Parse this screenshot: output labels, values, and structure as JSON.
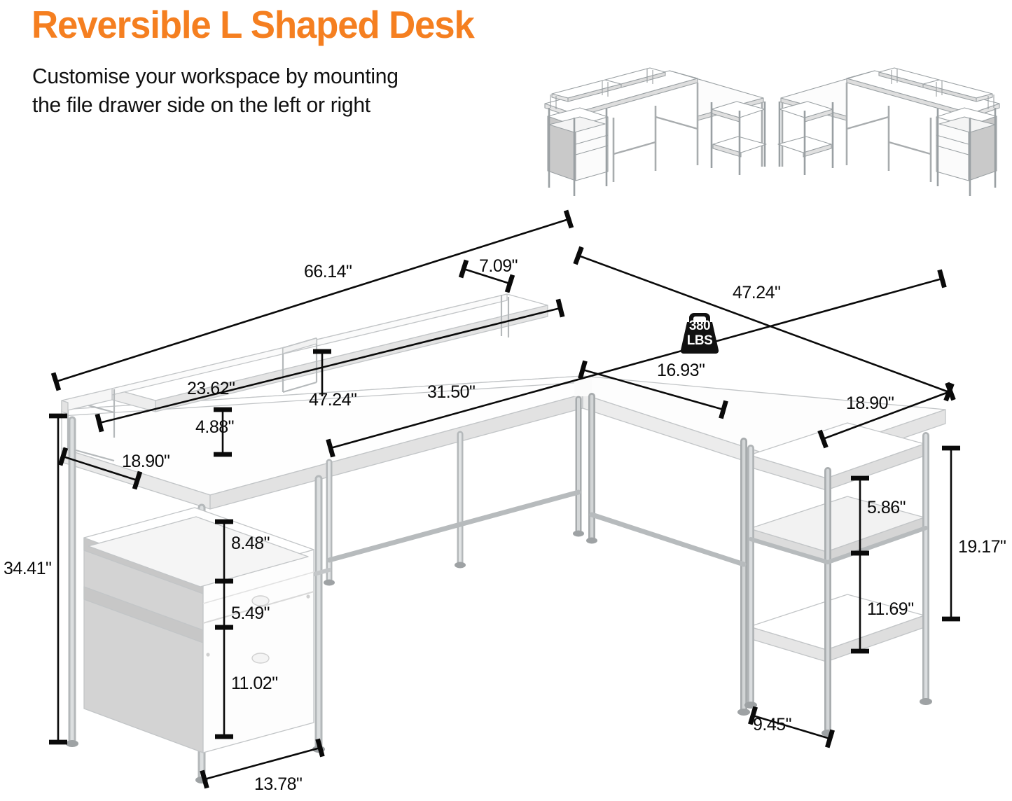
{
  "header": {
    "title": "Reversible L Shaped Desk",
    "title_color": "#F57F20",
    "subtitle_line1": "Customise your workspace by mounting",
    "subtitle_line2": "the file drawer side on the left or right"
  },
  "thumbnails": {
    "left": {
      "name": "drawer-on-left-configuration"
    },
    "right": {
      "name": "drawer-on-right-configuration"
    }
  },
  "weight_badge": {
    "value": "380",
    "unit": "LBS",
    "icon": "weight-icon",
    "color": "#111111"
  },
  "dimensions": {
    "top_desk_length": "66.14\"",
    "hutch_depth": "7.09\"",
    "return_length": "47.24\"",
    "hutch_shelf_length": "23.62\"",
    "hutch_to_end": "47.24\"",
    "desk_right_span": "31.50\"",
    "hutch_clearance": "4.88\"",
    "desk_depth_left": "18.90\"",
    "corner_width": "16.93\"",
    "desk_depth_right": "18.90\"",
    "overall_height": "34.41\"",
    "drawer_top_gap": "8.48\"",
    "drawer_small_height": "5.49\"",
    "drawer_large_height": "11.02\"",
    "cabinet_width": "13.78\"",
    "shelf_gap_upper": "5.86\"",
    "shelf_gap_lower": "11.69\"",
    "shelf_stack_height": "19.17\"",
    "shelf_depth": "9.45\""
  },
  "colors": {
    "surface_white": "#ffffff",
    "surface_shade": "#ededed",
    "surface_shade_dark": "#d6d6d6",
    "metal": "#b9bcbe",
    "metal_dark": "#8e9294",
    "outline": "#c8cbcd",
    "dim_line": "#0a0a0a"
  }
}
